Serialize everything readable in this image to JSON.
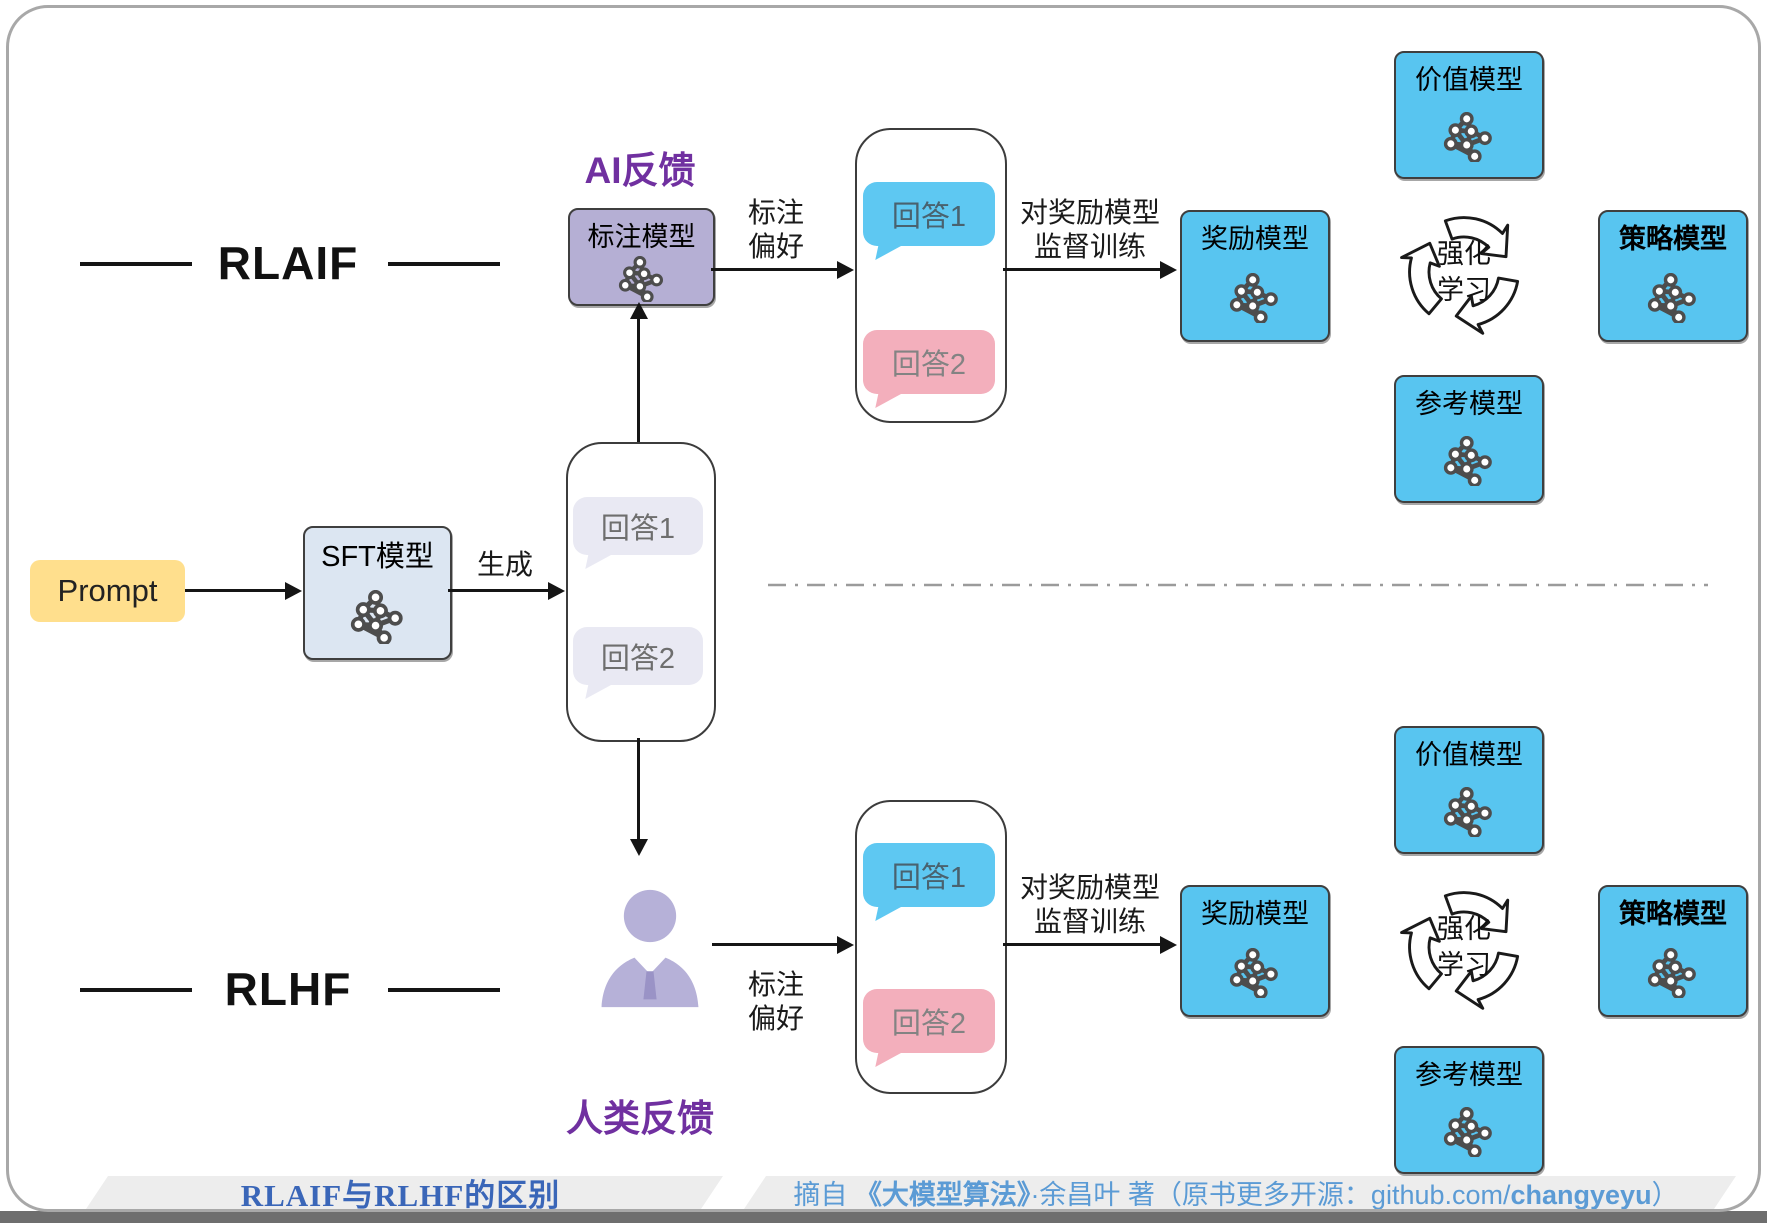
{
  "colors": {
    "accent_purple": "#7030a0",
    "model_box_blue": "#58c5f0",
    "annotator_box_purple": "#b5afd4",
    "sft_box_blue": "#dce6f2",
    "prompt_yellow": "#ffdf8d",
    "bubble_blue": "#5ec8f2",
    "bubble_pink": "#f3afbc",
    "bubble_grey": "#e9e9f3",
    "footer_title_blue": "#3a66b8",
    "footer_text_blue": "#5b9bd5"
  },
  "rlaif": {
    "heading": "RLAIF",
    "feedback_label": "AI反馈",
    "annotator_model": "标注模型",
    "annotate_pref_line1": "标注",
    "annotate_pref_line2": "偏好",
    "answer1": "回答1",
    "answer2": "回答2",
    "supervise_line1": "对奖励模型",
    "supervise_line2": "监督训练",
    "reward_model": "奖励模型",
    "value_model": "价值模型",
    "policy_model": "策略模型",
    "reference_model": "参考模型",
    "rl_line1": "强化",
    "rl_line2": "学习"
  },
  "pipeline": {
    "prompt": "Prompt",
    "sft_model": "SFT模型",
    "generate_label": "生成",
    "answer1": "回答1",
    "answer2": "回答2"
  },
  "rlhf": {
    "heading": "RLHF",
    "feedback_label": "人类反馈",
    "annotate_pref_line1": "标注",
    "annotate_pref_line2": "偏好",
    "answer1": "回答1",
    "answer2": "回答2",
    "supervise_line1": "对奖励模型",
    "supervise_line2": "监督训练",
    "reward_model": "奖励模型",
    "value_model": "价值模型",
    "policy_model": "策略模型",
    "reference_model": "参考模型",
    "rl_line1": "强化",
    "rl_line2": "学习"
  },
  "footer": {
    "title": "RLAIF与RLHF的区别",
    "source_prefix": "摘自",
    "source_book": "《大模型算法》",
    "source_mid": "·余昌叶 著（原书更多开源：github.com/",
    "source_handle": "changyeyu",
    "source_suffix": "）"
  }
}
